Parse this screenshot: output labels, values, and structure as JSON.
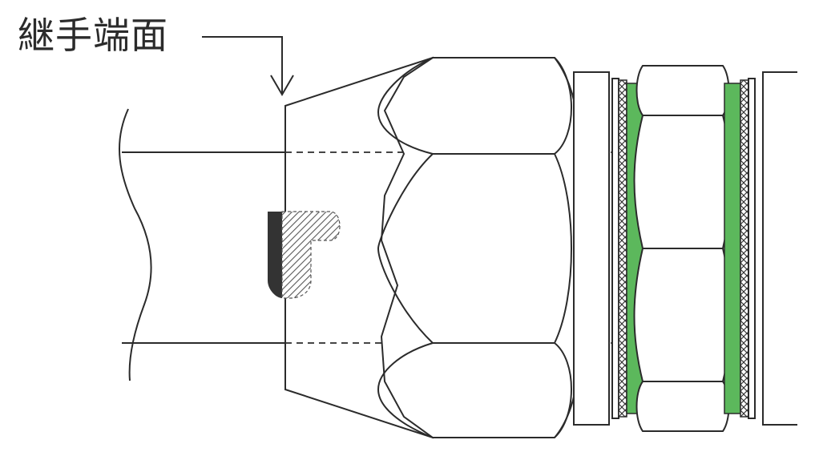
{
  "diagram": {
    "callout_label": "継手端面",
    "colors": {
      "outline": "#2b2b2b",
      "gasket": "#5cb85c",
      "inserted_mark_fill": "#333333",
      "mark_hatch": "#555555",
      "background": "#ffffff"
    },
    "parts": [
      "pipe",
      "fitting-body",
      "hex-nut",
      "washer",
      "green-gasket",
      "union-hex-nut",
      "insertion-depth-mark",
      "hidden-pipe-end"
    ]
  }
}
